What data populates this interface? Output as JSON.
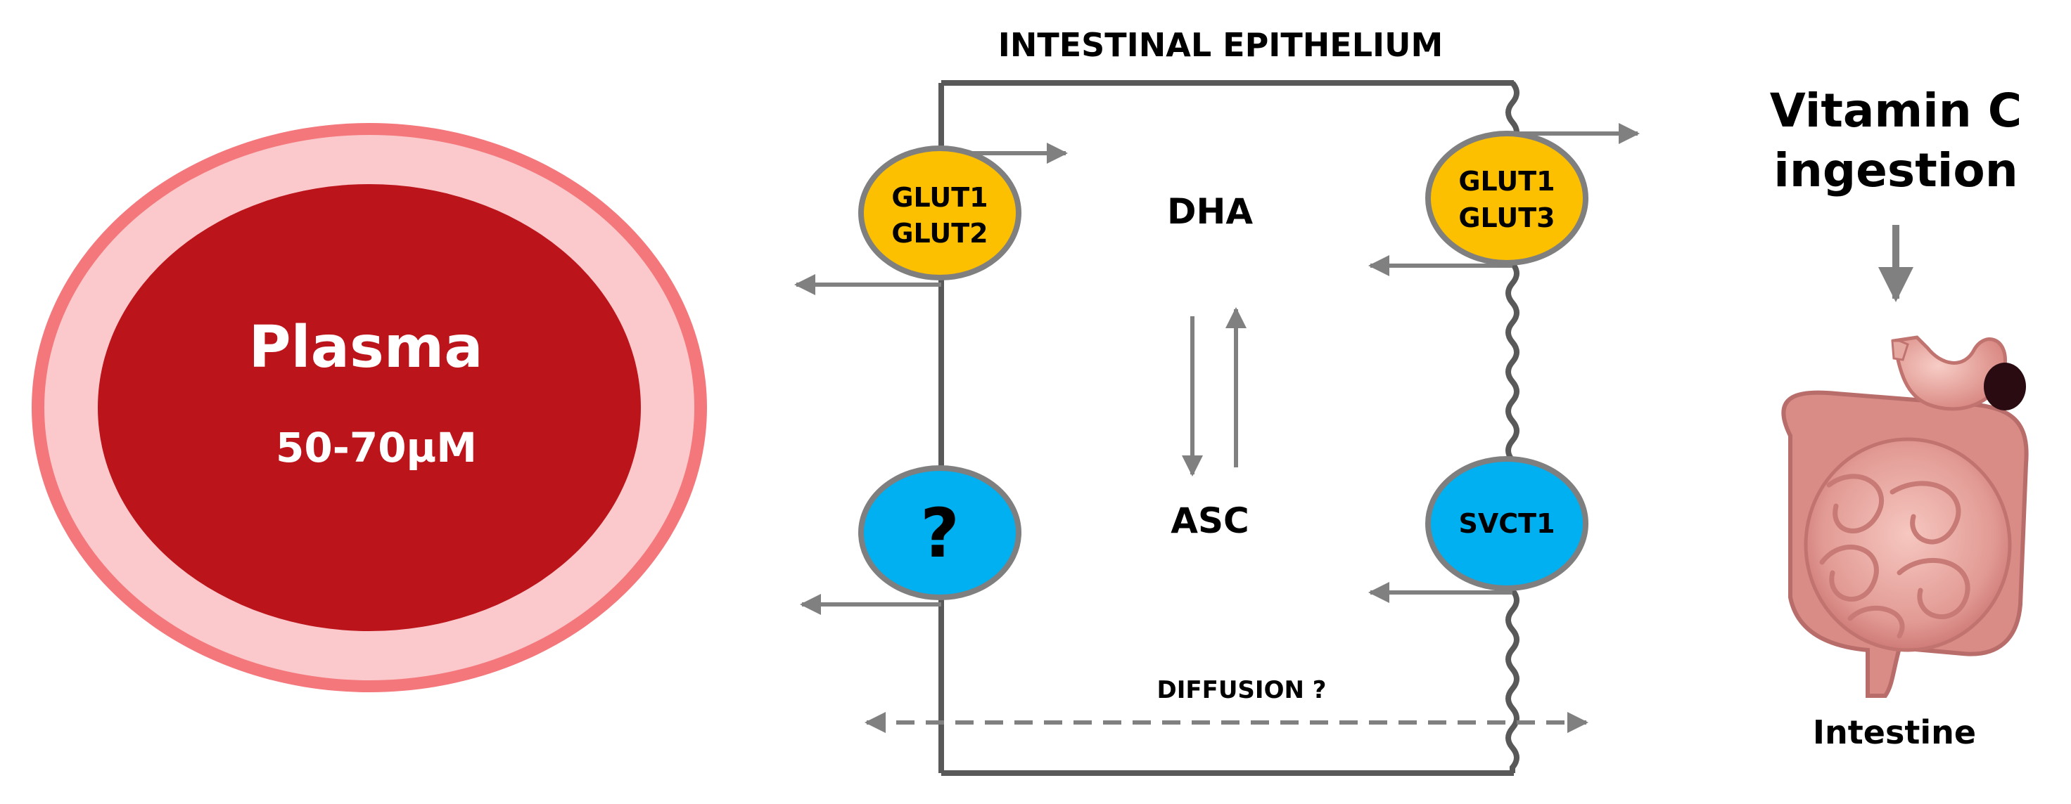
{
  "title": "INTESTINAL EPITHELIUM",
  "plasma": {
    "label": "Plasma",
    "concentration": "50-70µM"
  },
  "transporters": {
    "left_top": {
      "line1": "GLUT1",
      "line2": "GLUT2"
    },
    "left_bottom": {
      "label": "?"
    },
    "right_top": {
      "line1": "GLUT1",
      "line2": "GLUT3"
    },
    "right_bottom": {
      "label": "SVCT1"
    }
  },
  "molecules": {
    "dha": "DHA",
    "asc": "ASC"
  },
  "diffusion_label": "DIFFUSION ?",
  "ingestion": {
    "line1": "Vitamin C",
    "line2": "ingestion"
  },
  "intestine_label": "Intestine",
  "colors": {
    "plasma_outer": "#f4777b",
    "plasma_ring": "#fbc9cb",
    "plasma_inner": "#bb141b",
    "glut_fill": "#fdc000",
    "svct_fill": "#00b0f0",
    "stroke": "#7f7f7f",
    "arrow": "#808080"
  }
}
